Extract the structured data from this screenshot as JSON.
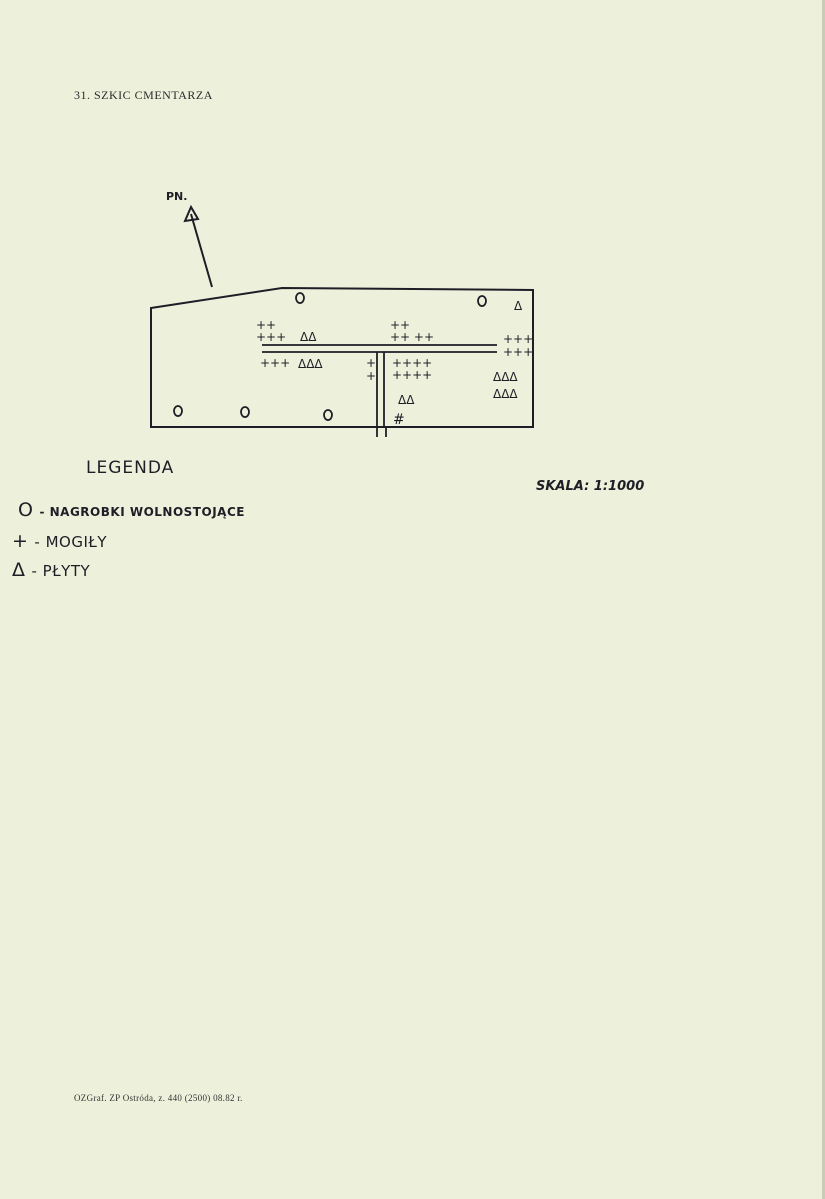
{
  "document": {
    "heading": "31. SZKIC CMENTARZA",
    "north_label": "PN.",
    "legend_title": "LEGENDA",
    "scale": "SKALA: 1:1000",
    "legend": [
      {
        "symbol": "O",
        "label": "- NAGROBKI WOLNOSTOJĄCE"
      },
      {
        "symbol": "+",
        "label": "- MOGIŁY"
      },
      {
        "symbol": "Δ",
        "label": "- PŁYTY"
      }
    ],
    "footer": "OZGraf. ZP Ostróda, z. 440 (2500) 08.82 r."
  }
}
